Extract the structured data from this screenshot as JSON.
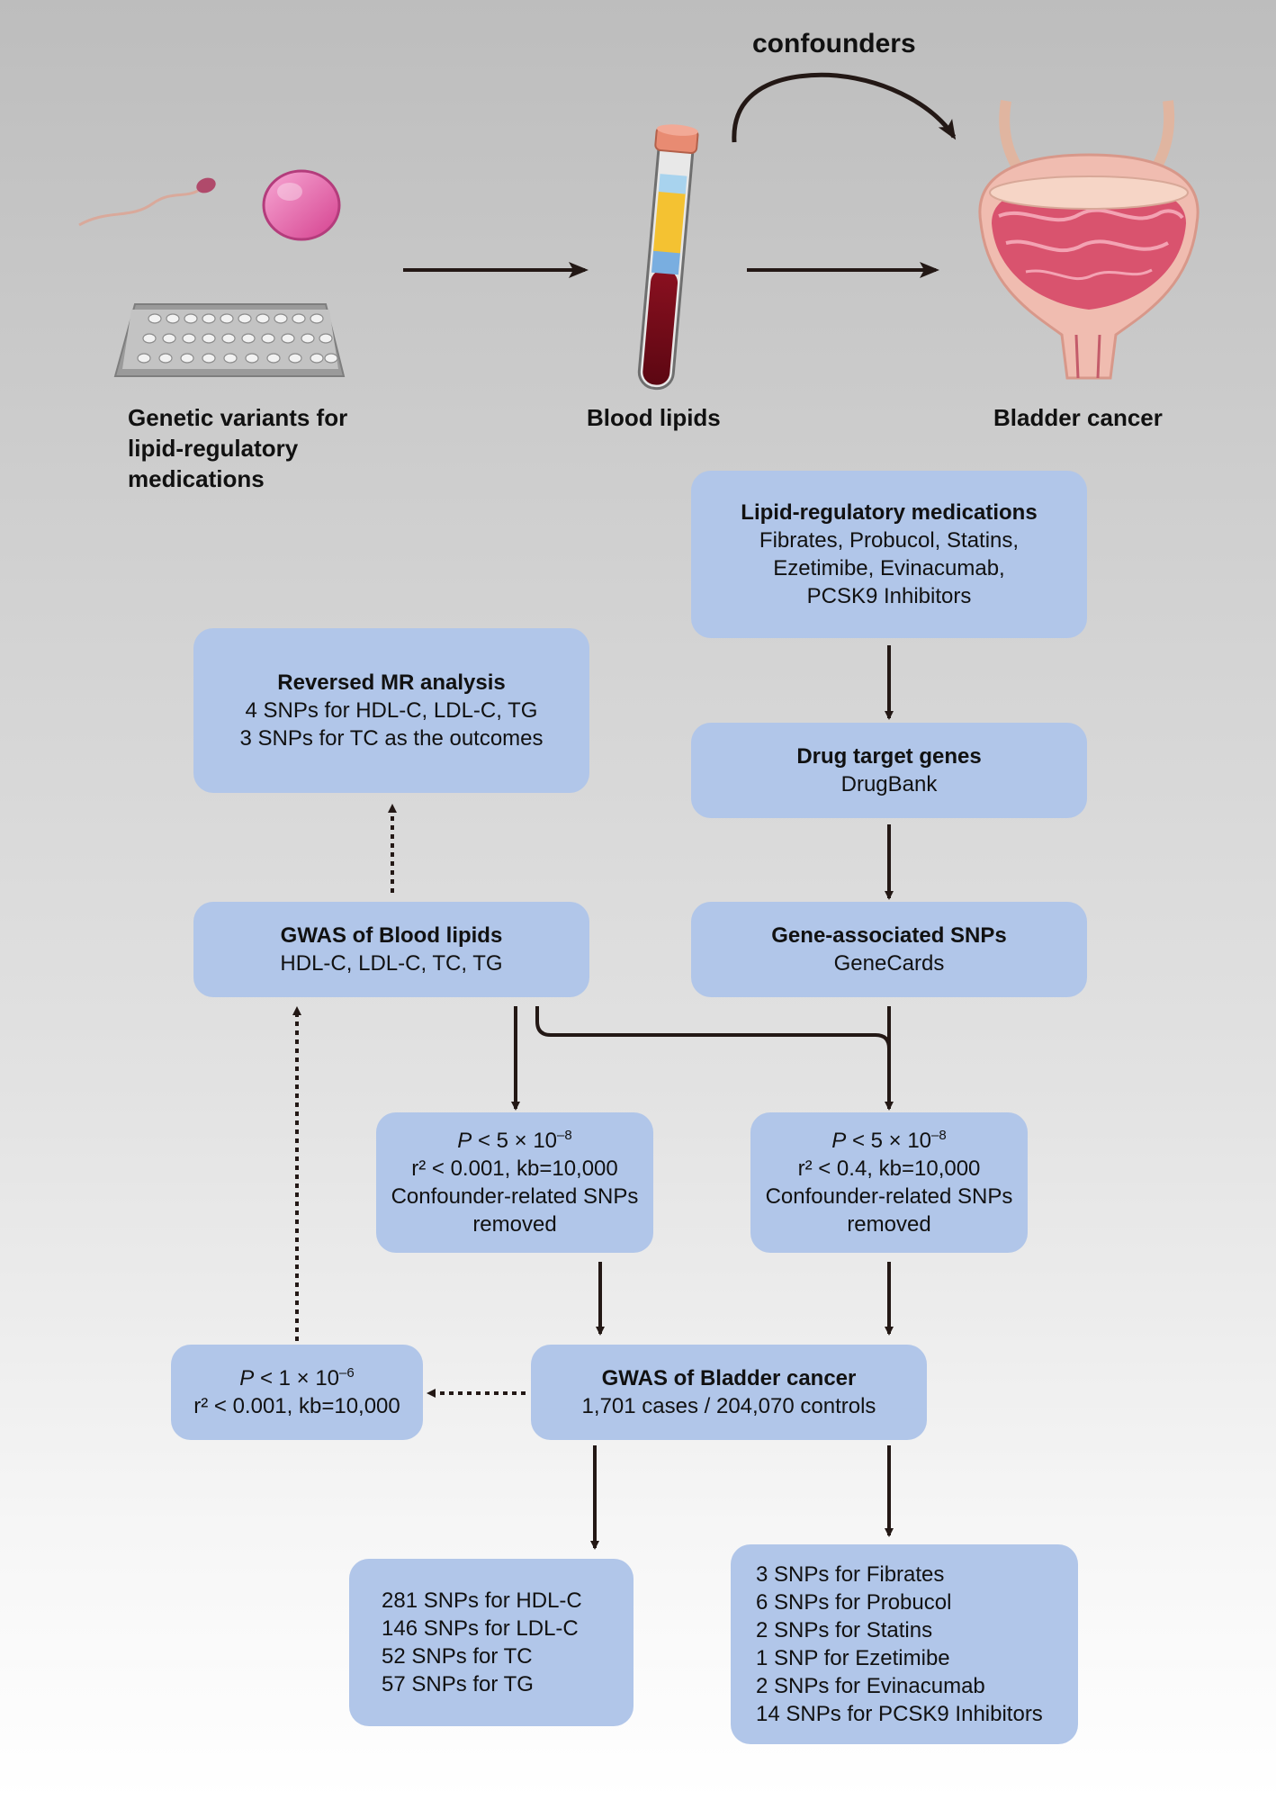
{
  "header": {
    "confounders": "confounders",
    "exposure_label": [
      "Genetic variants for",
      "lipid-regulatory",
      "medications"
    ],
    "mediator_label": "Blood lipids",
    "outcome_label": "Bladder cancer"
  },
  "boxes": {
    "lipid_meds": {
      "title": "Lipid-regulatory medications",
      "lines": [
        "Fibrates, Probucol, Statins,",
        "Ezetimibe, Evinacumab,",
        "PCSK9 Inhibitors"
      ]
    },
    "drug_targets": {
      "title": "Drug target genes",
      "lines": [
        "DrugBank"
      ]
    },
    "gene_snps": {
      "title": "Gene-associated SNPs",
      "lines": [
        "GeneCards"
      ]
    },
    "reversed_mr": {
      "title": "Reversed MR analysis",
      "lines": [
        "4 SNPs for HDL-C, LDL-C, TG",
        "3 SNPs for TC as the outcomes"
      ]
    },
    "gwas_lipids": {
      "title": "GWAS of Blood lipids",
      "lines": [
        "HDL-C, LDL-C, TC, TG"
      ]
    },
    "filter_lipids": {
      "p_symbol": "P",
      "p_text": " < 5 × 10",
      "p_exp": "–8",
      "lines": [
        "r² < 0.001, kb=10,000",
        "Confounder-related SNPs",
        "removed"
      ]
    },
    "filter_genes": {
      "p_symbol": "P",
      "p_text": " < 5 × 10",
      "p_exp": "–8",
      "lines": [
        "r² < 0.4, kb=10,000",
        "Confounder-related SNPs",
        "removed"
      ]
    },
    "gwas_bladder": {
      "title": "GWAS of Bladder cancer",
      "lines": [
        "1,701 cases / 204,070 controls"
      ]
    },
    "filter_reverse": {
      "p_symbol": "P",
      "p_text": " < 1 × 10",
      "p_exp": "–6",
      "lines": [
        "r² < 0.001, kb=10,000"
      ]
    },
    "result_lipids": {
      "lines": [
        "281 SNPs for HDL-C",
        "146 SNPs for LDL-C",
        "52 SNPs for TC",
        "57 SNPs for TG"
      ]
    },
    "result_meds": {
      "lines": [
        "3 SNPs for Fibrates",
        "6 SNPs for Probucol",
        "2 SNPs for Statins",
        "1 SNP for Ezetimibe",
        "2 SNPs for Evinacumab",
        "14 SNPs for PCSK9 Inhibitors"
      ]
    }
  },
  "colors": {
    "box_fill": "#b1c6e9",
    "arrow": "#231815",
    "background_top": "#bdbdbd",
    "background_bottom": "#ffffff"
  },
  "icons": [
    "sperm-icon",
    "egg-cell-icon",
    "pill-blister-icon",
    "blood-tube-icon",
    "bladder-icon"
  ]
}
